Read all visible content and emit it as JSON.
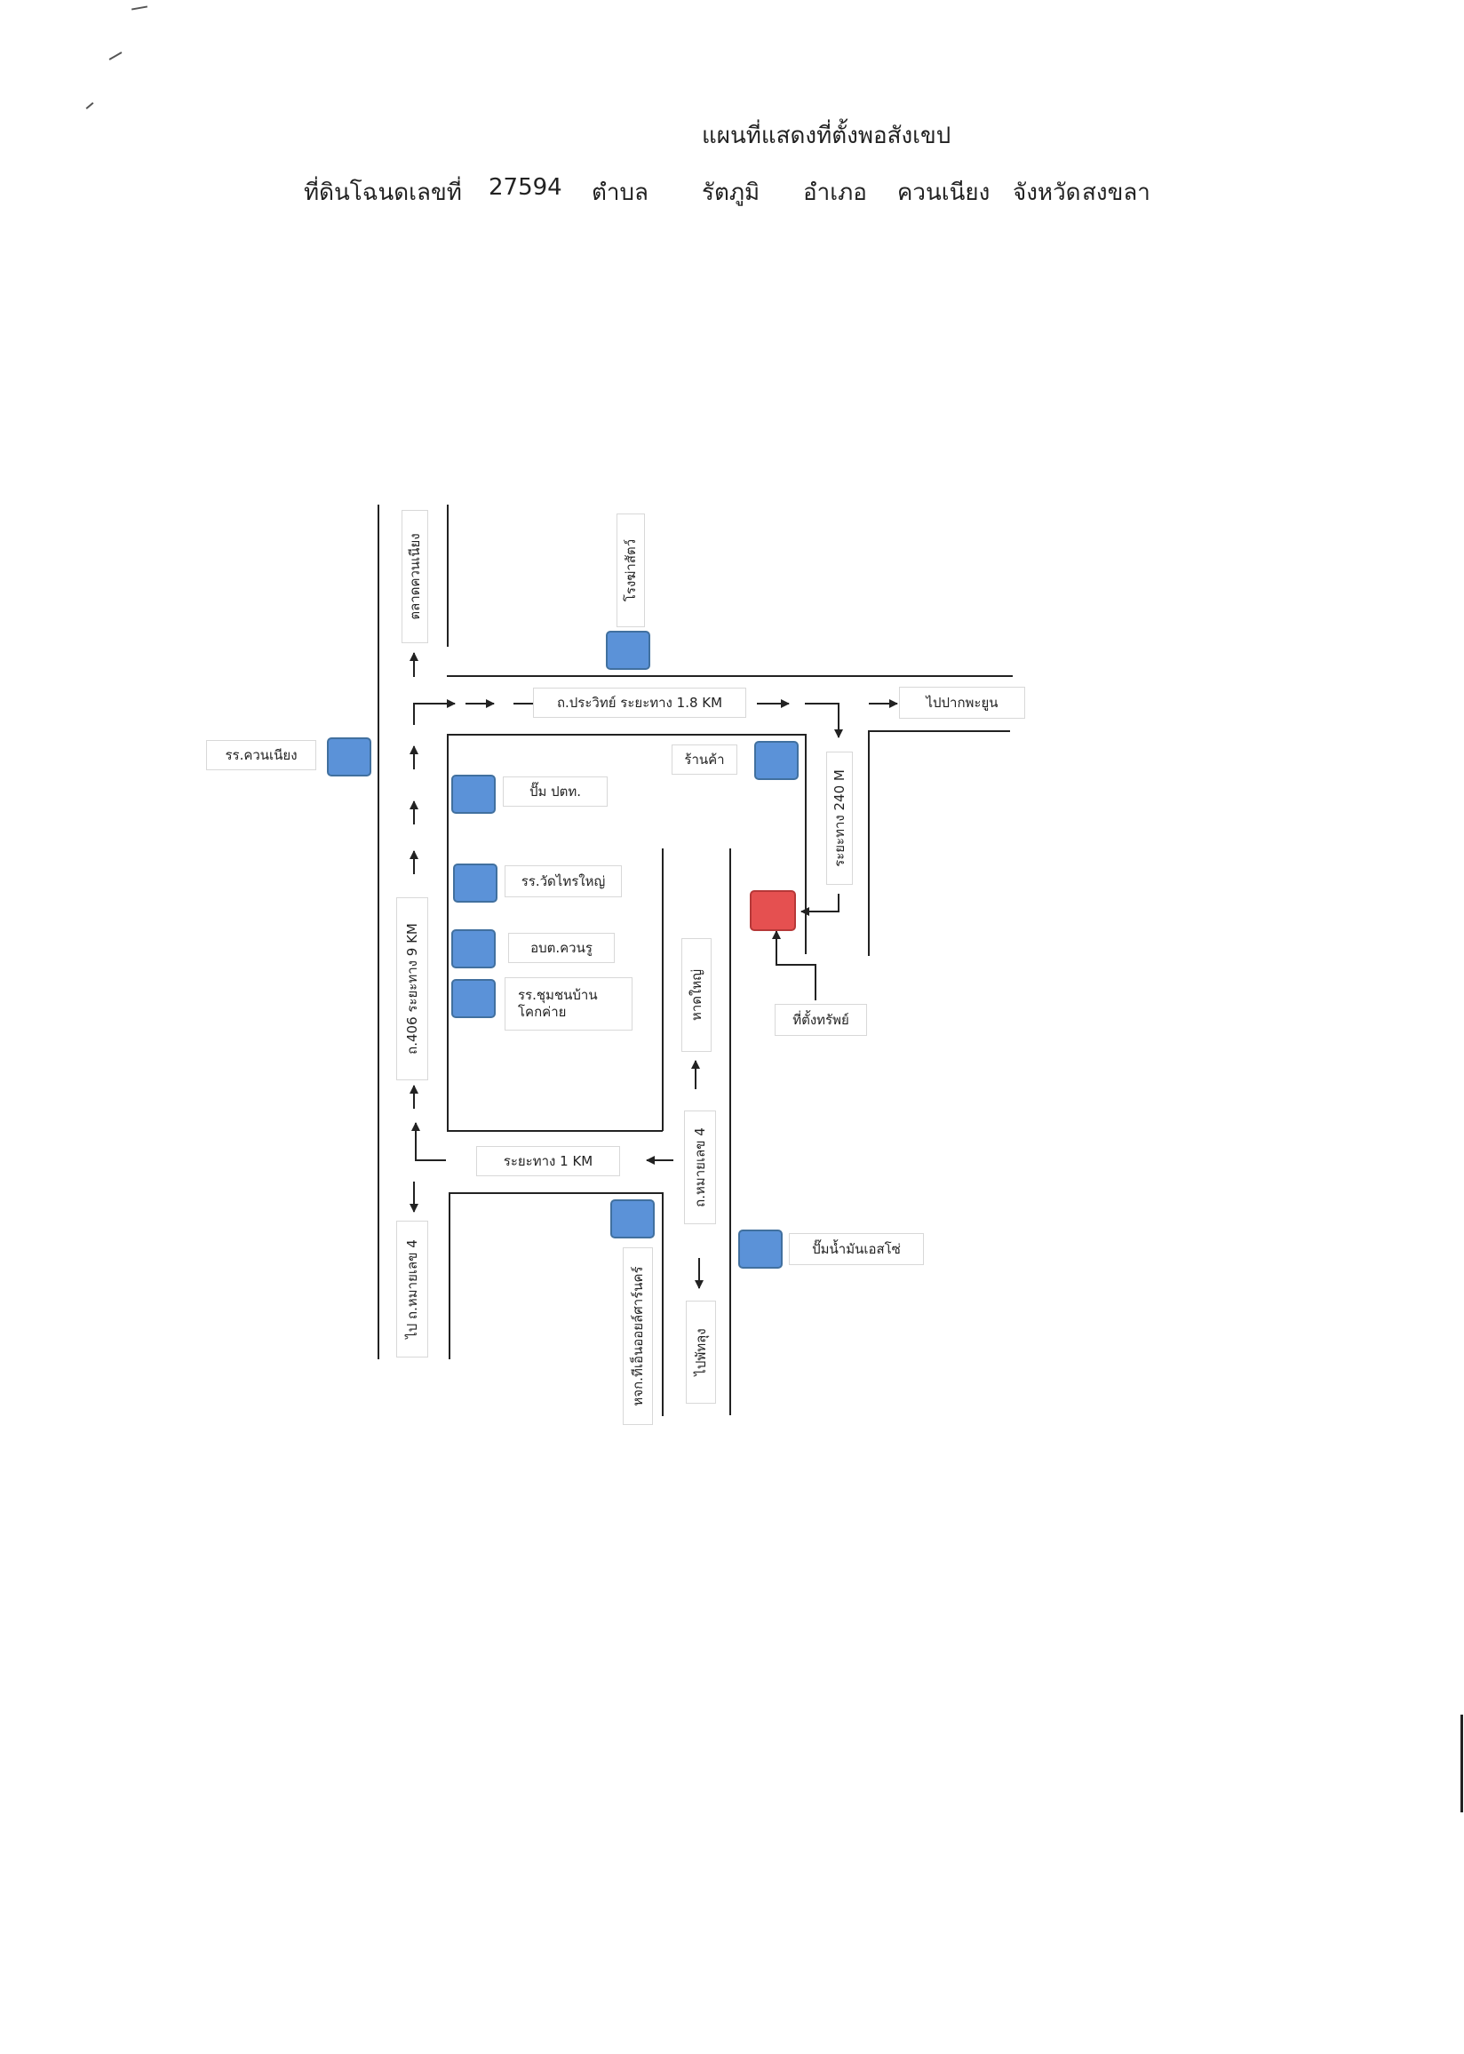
{
  "title": "แผนที่แสดงที่ตั้งพอสังเขป",
  "header": {
    "deed_label": "ที่ดินโฉนดเลขที่",
    "deed_number": "27594",
    "tambon_label": "ตำบล",
    "tambon": "รัตภูมิ",
    "amphoe_label": "อำเภอ",
    "amphoe": "ควนเนียง",
    "province_label": "จังหวัด",
    "province": "สงขลา"
  },
  "labels": {
    "market": "ตลาดควนเนียง",
    "slaughterhouse": "โรงฆ่าสัตว์",
    "road_prawit": "ถ.ประวิทย์ ระยะทาง 1.8 KM",
    "to_pak_phayun": "ไปปากพะยูน",
    "school_khuan_niang": "รร.ควนเนียง",
    "store": "ร้านค้า",
    "ptt_pump": "ปั๊ม ปตท.",
    "distance_240": "ระยะทาง 240 M",
    "school_wat_sai_yai": "รร.วัดไทรใหญ่",
    "obt_khuan_ru": "อบต.ควนรู",
    "school_community": "รร.ชุมชนบ้าน\nโคกค่าย",
    "road_406": "ถ.406 ระยะทาง 9 KM",
    "hat_yai": "หาดใหญ่",
    "property_location": "ที่ตั้งทรัพย์",
    "road_4_right": "ถ.หมายเลข 4",
    "distance_1km": "ระยะทาง 1 KM",
    "to_road_4": "ไป ถ.หมายเลข 4",
    "bright_school": "หจก.ทีเอ็นออยล์ศาร์นคร์",
    "gas_station": "ปั๊มน้ำมันเอสโซ่",
    "to_phatthalung": "ไปพัทลุง"
  },
  "colors": {
    "landmark_fill": "#5b92d8",
    "landmark_border": "#41709f",
    "property_fill": "#e55050",
    "property_border": "#b63838",
    "road": "#222222"
  }
}
